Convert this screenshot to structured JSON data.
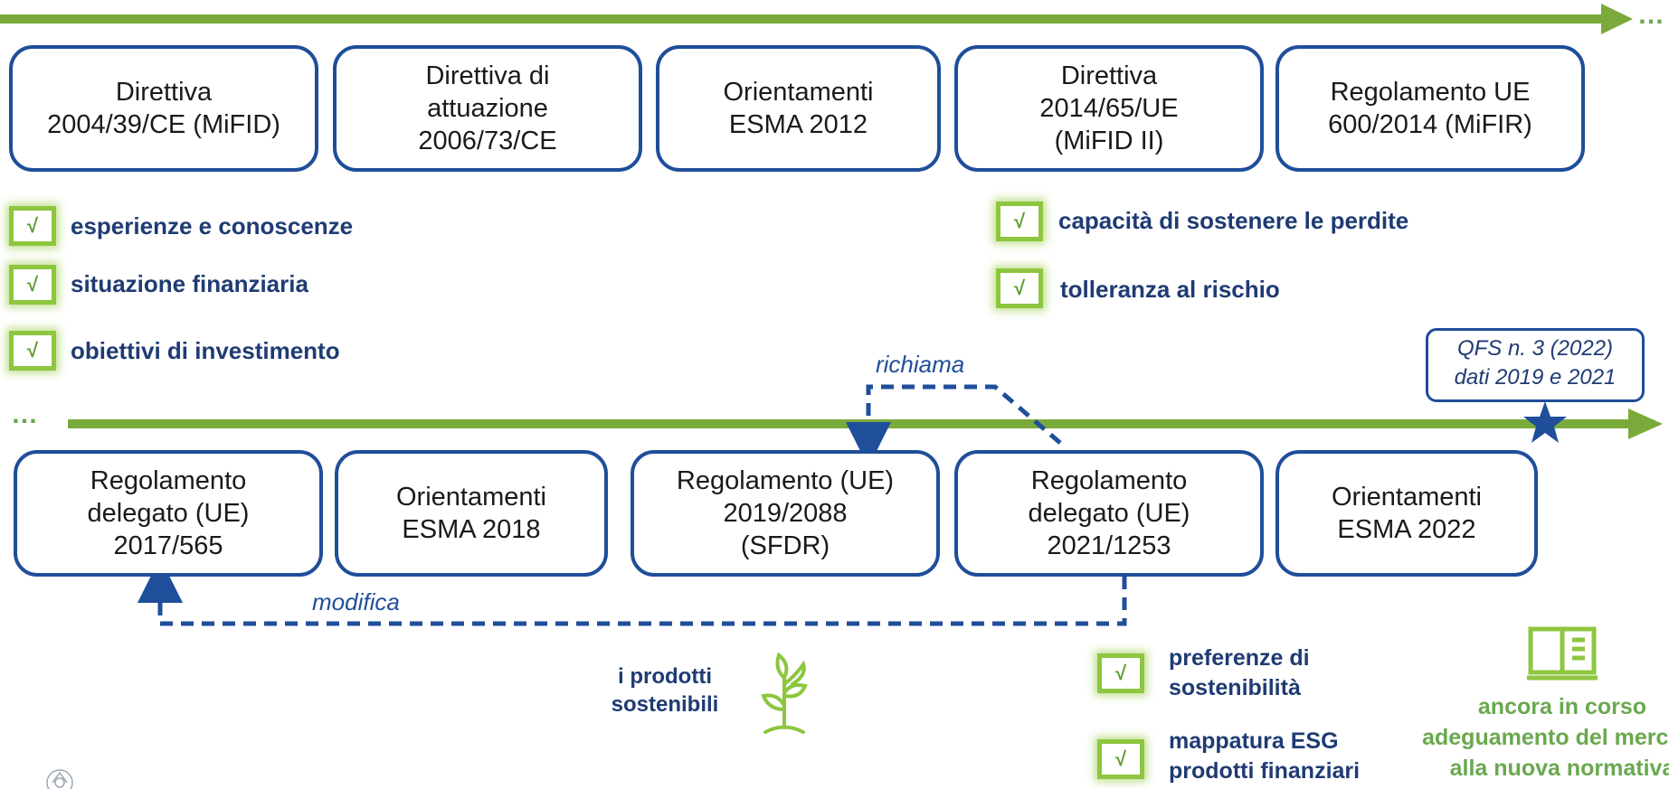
{
  "top_row": {
    "boxes": [
      {
        "text": "Direttiva\n2004/39/CE (MiFID)"
      },
      {
        "text": "Direttiva di\nattuazione\n2006/73/CE"
      },
      {
        "text": "Orientamenti\nESMA 2012"
      },
      {
        "text": "Direttiva\n2014/65/UE\n(MiFID II)"
      },
      {
        "text": "Regolamento UE\n600/2014 (MiFIR)"
      }
    ],
    "trailing_dots": "…"
  },
  "checklist_left": [
    {
      "mark": "√",
      "text": "esperienze e conoscenze"
    },
    {
      "mark": "√",
      "text": "situazione finanziaria"
    },
    {
      "mark": "√",
      "text": "obiettivi di investimento"
    }
  ],
  "checklist_right": [
    {
      "mark": "√",
      "text": "capacità di sostenere le perdite"
    },
    {
      "mark": "√",
      "text": "tolleranza al rischio"
    }
  ],
  "bottom_row": {
    "leading_dots": "…",
    "boxes": [
      {
        "text": "Regolamento\ndelegato (UE)\n2017/565"
      },
      {
        "text": "Orientamenti\nESMA 2018"
      },
      {
        "text": "Regolamento (UE)\n2019/2088\n(SFDR)"
      },
      {
        "text": "Regolamento\ndelegato (UE)\n2021/1253"
      },
      {
        "text": "Orientamenti\nESMA 2022"
      }
    ]
  },
  "connectors": {
    "richiama": "richiama",
    "modifica": "modifica"
  },
  "qfs_callout": "QFS n. 3 (2022)\ndati 2019 e 2021",
  "sustainable_label": "i prodotti\nsostenibili",
  "checklist_bottom": [
    {
      "mark": "√",
      "text": "preferenze di\nsostenibilità"
    },
    {
      "mark": "√",
      "text": "mappatura ESG\nprodotti finanziari"
    }
  ],
  "market_note": "ancora in corso\nadeguamento del mercato\nalla nuova normativa",
  "colors": {
    "timeline_green": "#7aaa3a",
    "box_border_blue": "#1f4e9a",
    "label_navy": "#1f3b73",
    "check_green": "#8dc63f",
    "note_green": "#6aa84f"
  },
  "icons": [
    "arrow-head-icon",
    "star-icon",
    "plant-icon",
    "book-icon",
    "seal-icon"
  ]
}
